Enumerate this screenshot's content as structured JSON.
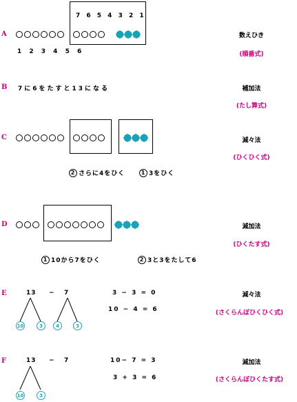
{
  "rows": {
    "A": {
      "label": "A",
      "top_numbers": "7 6 5 4   3 2 1",
      "bottom_numbers": "1 2 3 4 5 6",
      "method": "数えひき",
      "sub": "(順番式)"
    },
    "B": {
      "label": "B",
      "text": "7に6をたすと13になる",
      "method": "補加法",
      "sub": "(たし算式)"
    },
    "C": {
      "label": "C",
      "method": "減々法",
      "sub": "(ひくひく式)",
      "step2": "さらに4をひく",
      "step2_num": "2",
      "step1": "3をひく",
      "step1_num": "1"
    },
    "D": {
      "label": "D",
      "method": "減加法",
      "sub": "(ひくたす式)",
      "step1_num": "1",
      "step1": "10から7をひく",
      "step2_num": "2",
      "step2": "3と3をたして6"
    },
    "E": {
      "label": "E",
      "expr_left": "13",
      "expr_op": "−",
      "expr_right": "7",
      "split_a": [
        "10",
        "3"
      ],
      "split_b": [
        "4",
        "3"
      ],
      "eq1": "3 − 3 = 0",
      "eq2": "10 − 4 = 6",
      "method": "減々法",
      "sub": "(さくらんぼひくひく式)"
    },
    "F": {
      "label": "F",
      "expr_left": "13",
      "expr_op": "−",
      "expr_right": "7",
      "split_a": [
        "10",
        "3"
      ],
      "eq1": "10− 7 = 3",
      "eq2": "3 + 3 = 6",
      "method": "減加法",
      "sub": "(さくらんぼひくたす式)"
    }
  },
  "colors": {
    "label": "#c8007e",
    "counter": "#1aa3b8"
  }
}
